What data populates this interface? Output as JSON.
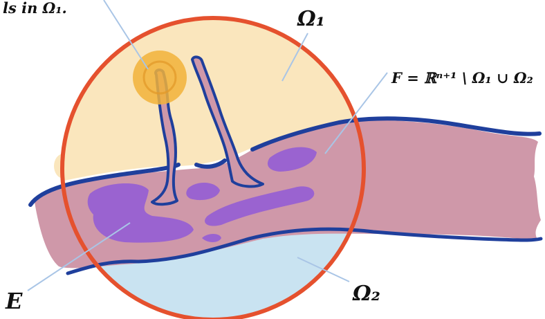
{
  "labels": {
    "top_left_fragment": "ls in Ω₁.",
    "omega1": "Ω₁",
    "F_label": "F = ℝⁿ⁺¹ \\ Ω₁ ∪ Ω₂",
    "E": "E",
    "omega2": "Ω₂"
  },
  "colors": {
    "circle": "#e5512e",
    "omega1_fill": "#fae6bd",
    "omega2_fill": "#c9e3f1",
    "F_fill": "#cf98a9",
    "E_fill": "#9a63d0",
    "boundary": "#1f3f9c",
    "ball": "#f1b13a",
    "leader": "#a9c5e6"
  }
}
